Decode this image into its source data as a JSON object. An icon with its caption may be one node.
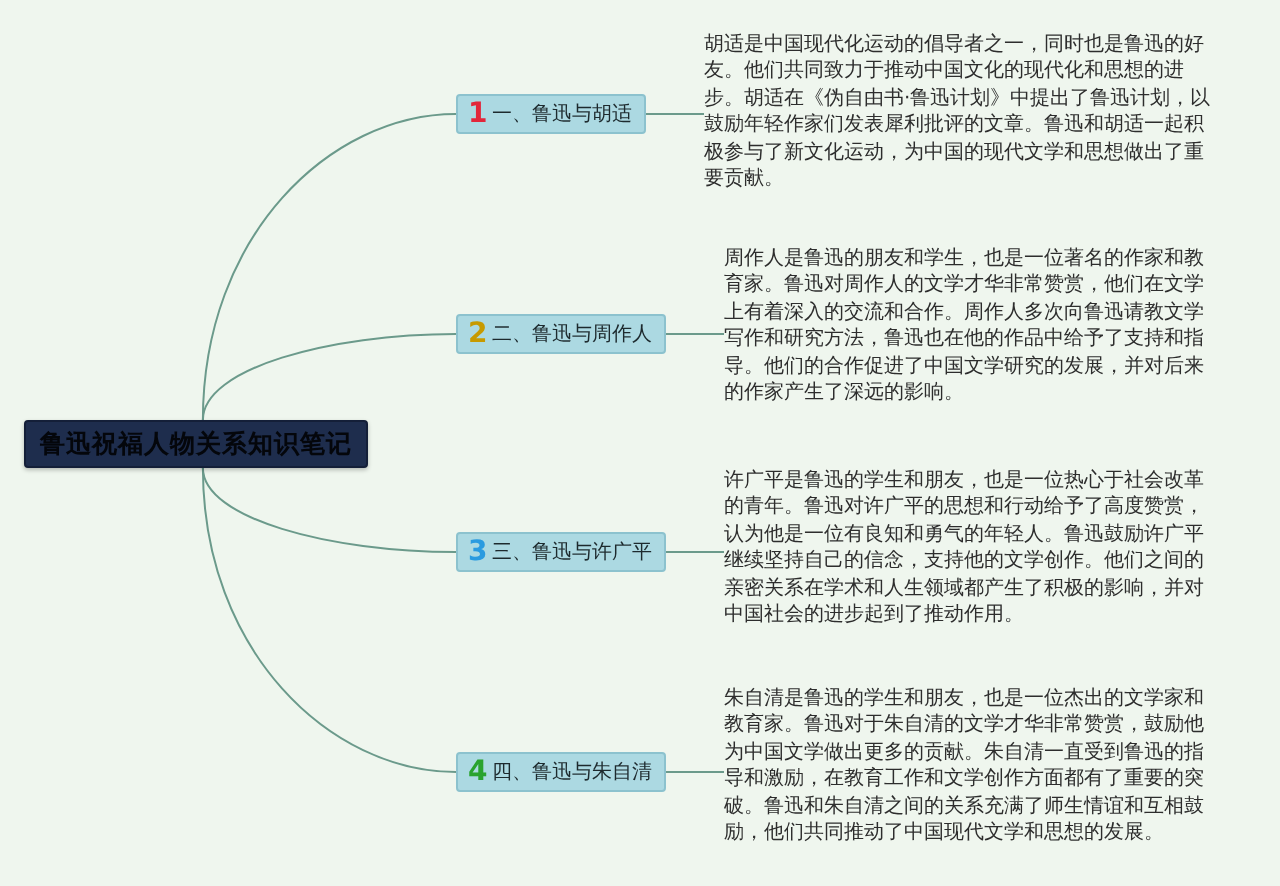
{
  "diagram": {
    "nodes": [
      {
        "text": [
          "鲁迅祝福人物关系知识笔记"
        ]
      },
      {
        "text": [
          "1",
          "一、鲁迅与胡适"
        ]
      },
      {
        "text": [
          "胡适是中国现代化运动的倡导者之一，同时也是鲁迅的好友。他们共同致力于推动中国文化的现代化和思想的进步。胡适在《伪自由书·鲁迅计划》中提出了鲁迅计划，以鼓励年轻作家们发表犀利批评的文章。鲁迅和胡适一起积极参与了新文化运动，为中国的现代文学和思想做出了重要贡献。"
        ]
      },
      {
        "text": [
          "2",
          "二、鲁迅与周作人"
        ]
      },
      {
        "text": [
          "周作人是鲁迅的朋友和学生，也是一位著名的作家和教育家。鲁迅对周作人的文学才华非常赞赏，他们在文学上有着深入的交流和合作。周作人多次向鲁迅请教文学写作和研究方法，鲁迅也在他的作品中给予了支持和指导。他们的合作促进了中国文学研究的发展，并对后来的作家产生了深远的影响。"
        ]
      },
      {
        "text": [
          "3",
          "三、鲁迅与许广平"
        ]
      },
      {
        "text": [
          "许广平是鲁迅的学生和朋友，也是一位热心于社会改革的青年。鲁迅对许广平的思想和行动给予了高度赞赏，认为他是一位有良知和勇气的年轻人。鲁迅鼓励许广平继续坚持自己的信念，支持他的文学创作。他们之间的亲密关系在学术和人生领域都产生了积极的影响，并对中国社会的进步起到了推动作用。"
        ]
      },
      {
        "text": [
          "4",
          "四、鲁迅与朱自清"
        ]
      },
      {
        "text": [
          "朱自清是鲁迅的学生和朋友，也是一位杰出的文学家和教育家。鲁迅对于朱自清的文学才华非常赞赏，鼓励他为中国文学做出更多的贡献。朱自清一直受到鲁迅的指导和激励，在教育工作和文学创作方面都有了重要的突破。鲁迅和朱自清之间的关系充满了师生情谊和互相鼓励，他们共同推动了中国现代文学和思想的发展。"
        ]
      }
    ],
    "edges": [
      {
        "from": 0,
        "to": 1,
        "arrow": "none"
      },
      {
        "from": 0,
        "to": 3,
        "arrow": "none"
      },
      {
        "from": 0,
        "to": 5,
        "arrow": "none"
      },
      {
        "from": 0,
        "to": 7,
        "arrow": "none"
      },
      {
        "from": 1,
        "to": 2,
        "arrow": "none"
      },
      {
        "from": 3,
        "to": 4,
        "arrow": "none"
      },
      {
        "from": 5,
        "to": 6,
        "arrow": "none"
      },
      {
        "from": 7,
        "to": 8,
        "arrow": "none"
      }
    ]
  }
}
